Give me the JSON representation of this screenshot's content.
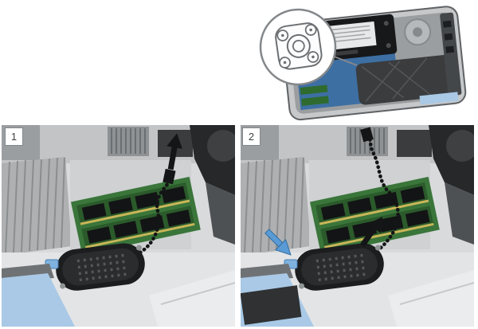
{
  "figure": {
    "type": "hardware-service-illustration",
    "steps": [
      {
        "number": "1"
      },
      {
        "number": "2"
      }
    ]
  },
  "icons": {
    "callout": "speaker-mounting-plate-with-four-screws",
    "step1_arrow": "black-arrow-up-disconnect-cable",
    "step2_arrow_blue": "blue-arrow-press-release-tab",
    "step2_arrow_black": "black-arrow-lift-speaker",
    "cable": "dotted-speaker-cable"
  },
  "colors": {
    "background": "#ffffff",
    "motherboard_blue": "#3d6fa3",
    "pcb_green": "#3a753a",
    "ram_green": "#2b5a2b",
    "speaker_black": "#1c1d1f",
    "release_tab_blue": "#7fb2de",
    "arrow_black": "#141516",
    "arrow_blue": "#5b9bd5",
    "callout_stroke": "#84878a",
    "front_bezel_blue": "#a9c9e6",
    "chassis_gray": "#d9dadc"
  }
}
